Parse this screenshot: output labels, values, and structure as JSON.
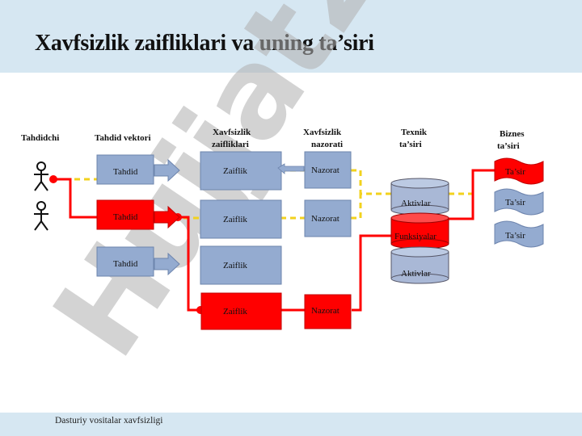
{
  "page": {
    "title": "Xavfsizlik zaifliklari va uning ta’siri",
    "footer": "Dasturiy vositalar xavfsizligi",
    "watermark": "Hujjat24"
  },
  "columns": {
    "tahdidchi": "Tahdidchi",
    "tahdid_vektori": "Tahdid vektori",
    "xavfsizlik_zaifliklari": [
      "Xavfsizlik",
      "zaifliklari"
    ],
    "xavfsizlik_nazorati": [
      "Xavfsizlik",
      "nazorati"
    ],
    "texnik_tasiri": [
      "Texnik",
      "ta’siri"
    ],
    "biznes_tasiri": [
      "Biznes",
      "ta’siri"
    ]
  },
  "threats": [
    "Tahdid",
    "Tahdid",
    "Tahdid"
  ],
  "weaknesses": [
    "Zaiflik",
    "Zaiflik",
    "Zaiflik",
    "Zaiflik"
  ],
  "controls": [
    "Nazorat",
    "Nazorat",
    "Nazorat"
  ],
  "assets": [
    "Aktivlar",
    "Funksiyalar",
    "Aktivlar"
  ],
  "impacts": [
    "Ta’sir",
    "Ta’sir",
    "Ta’sir"
  ],
  "colors": {
    "header_band": "#d6e7f2",
    "box_blue": "#94abd0",
    "box_red": "#ff0000",
    "cylinder_blue": "#a9b8d6",
    "path_red": "#ff0000",
    "path_yellow": "#f2d21e",
    "watermark": "#b0b0b0"
  }
}
